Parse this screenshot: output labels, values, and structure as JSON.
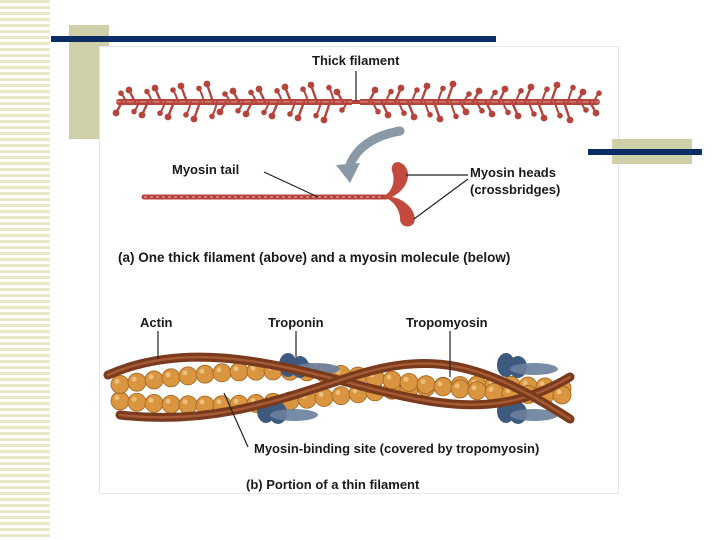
{
  "labels": {
    "thick_filament": "Thick filament",
    "myosin_tail": "Myosin tail",
    "myosin_heads_line1": "Myosin heads",
    "myosin_heads_line2": "(crossbridges)",
    "caption_a": "(a) One thick filament (above) and a myosin molecule (below)",
    "actin": "Actin",
    "troponin": "Troponin",
    "tropomyosin": "Tropomyosin",
    "myosin_binding_site": "Myosin-binding site (covered by tropomyosin)",
    "caption_b": "(b) Portion of a thin filament"
  },
  "colors": {
    "thick_filament": "#b5443c",
    "thick_filament_light": "#d77a6e",
    "actin_bead": "#d9953f",
    "tropomyosin": "#7a3a1e",
    "troponin": "#3e5a7e",
    "arrow": "#8a99a6",
    "title_line": "#0b2d63",
    "deco_block": "#cfcfa9"
  }
}
